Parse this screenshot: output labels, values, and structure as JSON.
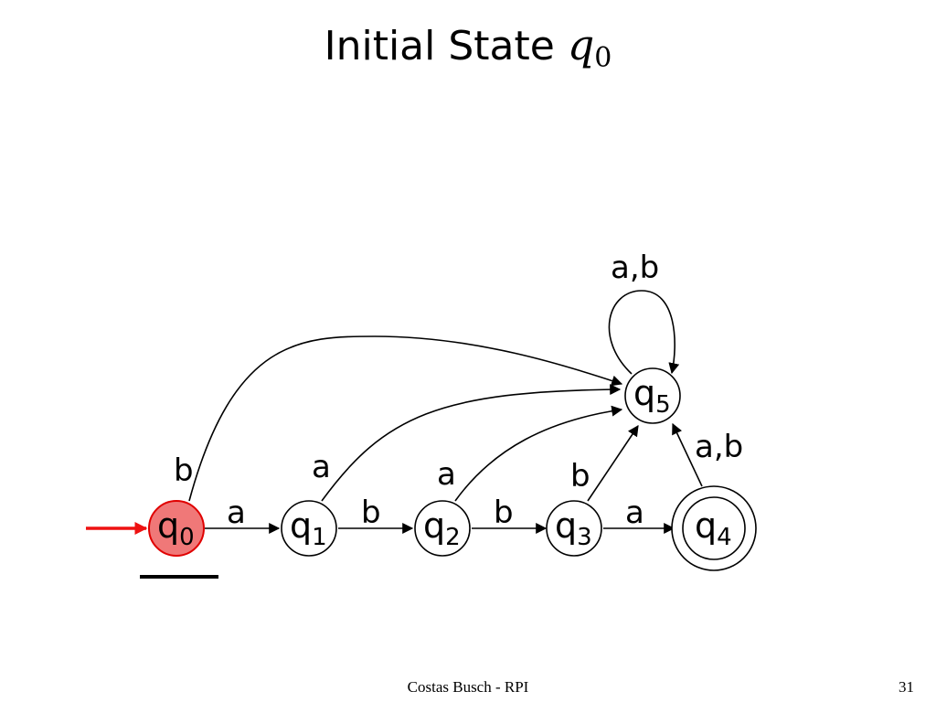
{
  "slide": {
    "title_text": "Initial State",
    "title_symbol": "q",
    "title_symbol_sub": "0",
    "footer": "Costas Busch - RPI",
    "page_number": "31"
  },
  "colors": {
    "initial_state_fill": "#f07878",
    "initial_state_stroke": "#e00000",
    "start_arrow": "#ee1111",
    "ink": "#000000"
  },
  "states": [
    {
      "id": "q0",
      "symbol": "q",
      "sub": "0",
      "initial": true,
      "accepting": false
    },
    {
      "id": "q1",
      "symbol": "q",
      "sub": "1",
      "initial": false,
      "accepting": false
    },
    {
      "id": "q2",
      "symbol": "q",
      "sub": "2",
      "initial": false,
      "accepting": false
    },
    {
      "id": "q3",
      "symbol": "q",
      "sub": "3",
      "initial": false,
      "accepting": false
    },
    {
      "id": "q4",
      "symbol": "q",
      "sub": "4",
      "initial": false,
      "accepting": true
    },
    {
      "id": "q5",
      "symbol": "q",
      "sub": "5",
      "initial": false,
      "accepting": false
    }
  ],
  "transitions": [
    {
      "from": "q0",
      "to": "q1",
      "label": "a"
    },
    {
      "from": "q1",
      "to": "q2",
      "label": "b"
    },
    {
      "from": "q2",
      "to": "q3",
      "label": "b"
    },
    {
      "from": "q3",
      "to": "q4",
      "label": "a"
    },
    {
      "from": "q0",
      "to": "q5",
      "label": "b"
    },
    {
      "from": "q1",
      "to": "q5",
      "label": "a"
    },
    {
      "from": "q2",
      "to": "q5",
      "label": "a"
    },
    {
      "from": "q3",
      "to": "q5",
      "label": "b"
    },
    {
      "from": "q4",
      "to": "q5",
      "label": "a,b"
    },
    {
      "from": "q5",
      "to": "q5",
      "label": "a,b"
    }
  ]
}
